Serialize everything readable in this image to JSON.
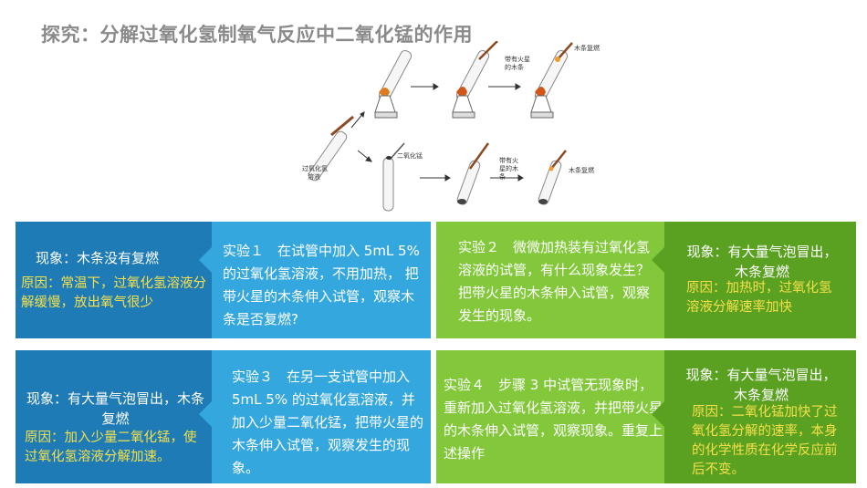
{
  "title": "探究：分解过氧化氢制氧气反应中二氧化锰的作用",
  "illustration": {
    "labels": {
      "h2o2_solution": [
        "过氧化氢",
        "溶液"
      ],
      "mno2": "二氧化锰",
      "glowing_splint_1": [
        "带有火星",
        "的木条"
      ],
      "splint_reignites_1": "木条复燃",
      "glowing_splint_2": [
        "带有火",
        "星的木",
        "条"
      ],
      "splint_reignites_2": "木条复燃"
    }
  },
  "row1": {
    "left_result": {
      "phenomenon": "现象：木条没有复燃",
      "reason": "原因：常温下，过氧化氢溶液分解缓慢，放出氧气很少"
    },
    "exp1": "实验１　在试管中加入 5mL 5% 的过氧化氢溶液，不用加热， 把带火星的木条伸入试管，观察木条是否复燃?",
    "exp2": "实验２　微微加热装有过氧化氢溶液的试管，有什么现象发生？把带火星的木条伸入试管，观察发生的现象。",
    "right_result": {
      "phenomenon": "现象：有大量气泡冒出，木条复燃",
      "reason": "原因：加热时，过氧化氢溶液分解速率加快"
    }
  },
  "row2": {
    "left_result": {
      "phenomenon": "现象：有大量气泡冒出，木条复燃",
      "reason": "原因：加入少量二氧化锰，使过氧化氢溶液分解加速。"
    },
    "exp3": "实验３　在另一支试管中加入 5mL 5% 的过氧化氢溶液，并加入少量二氧化锰，把带火星的木条伸入试管，观察发生的现象。",
    "exp4": "实验４　步骤 3 中试管无现象时，重新加入过氧化氢溶液，并把带火星的木条伸入试管，观察现象。重复上述操作",
    "right_result": {
      "phenomenon": "现象：有大量气泡冒出，木条复燃",
      "reason": "原因：二氧化锰加快了过氧化氢分解的速率，本身的化学性质在化学反应前后不变。"
    }
  },
  "colors": {
    "title": "#8a8a8a",
    "dark_blue": "#1f7bb6",
    "light_blue": "#34a7df",
    "dark_green": "#5aa021",
    "light_green": "#82c83a",
    "reason_text": "#f4e04a"
  }
}
